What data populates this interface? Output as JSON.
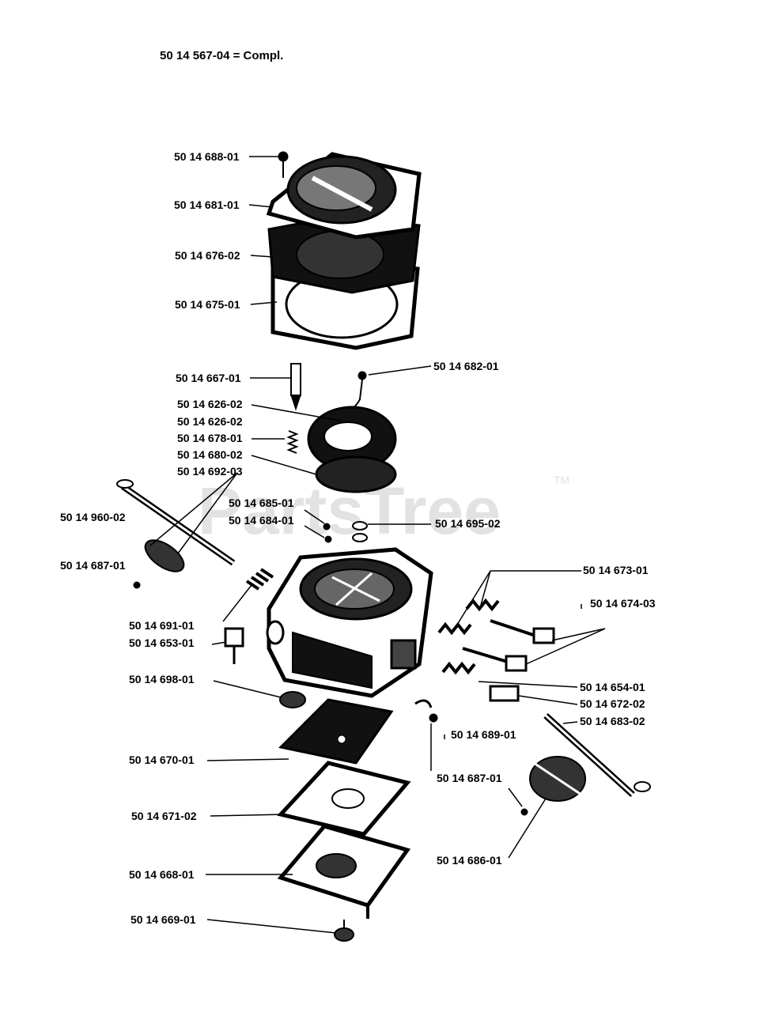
{
  "header": {
    "assembly_label": "50 14 567-04 = Compl."
  },
  "watermark": {
    "text": "PartsTree",
    "tm": "TM"
  },
  "parts": [
    "50 14 688-01",
    "50 14 681-01",
    "50 14 676-02",
    "50 14 675-01",
    "50 14 667-01",
    "50 14 682-01",
    "50 14 626-02",
    "50 14 626-02",
    "50 14 678-01",
    "50 14 680-02",
    "50 14 692-03",
    "50 14 685-01",
    "50 14 684-01",
    "50 14 695-02",
    "50 14 960-02",
    "50 14 687-01",
    "50 14 673-01",
    "50 14 674-03",
    "50 14 691-01",
    "50 14 653-01",
    "50 14 698-01",
    "50 14 654-01",
    "50 14 672-02",
    "50 14 683-02",
    "50 14 689-01",
    "50 14 670-01",
    "50 14 687-01",
    "50 14 671-02",
    "50 14 686-01",
    "50 14 668-01",
    "50 14 669-01"
  ]
}
